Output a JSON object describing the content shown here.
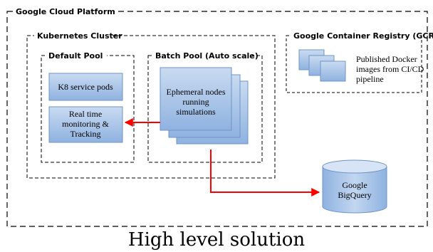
{
  "platform": {
    "title": "Google Cloud Platform"
  },
  "cluster": {
    "title": "Kubernetes Cluster"
  },
  "default_pool": {
    "title": "Default Pool",
    "service_pods": "K8 service pods",
    "monitoring": [
      "Real time",
      "monitoring &",
      "Tracking"
    ]
  },
  "batch_pool": {
    "title": "Batch Pool (Auto scale)",
    "nodes": [
      "Ephemeral nodes",
      "running",
      "simulations"
    ]
  },
  "gcr": {
    "title": "Google Container Registry (GCR)",
    "description": [
      "Published Docker",
      "images from CI/CD",
      "pipeline"
    ]
  },
  "bigquery": {
    "label": [
      "Google",
      "BigQuery"
    ]
  },
  "caption": "High level solution",
  "colors": {
    "box_fill_top": "#c9dbf1",
    "box_fill_bottom": "#8fb2e0",
    "box_stroke": "#6f94c4",
    "arrow": "#ff0000",
    "dash": "#000000"
  }
}
